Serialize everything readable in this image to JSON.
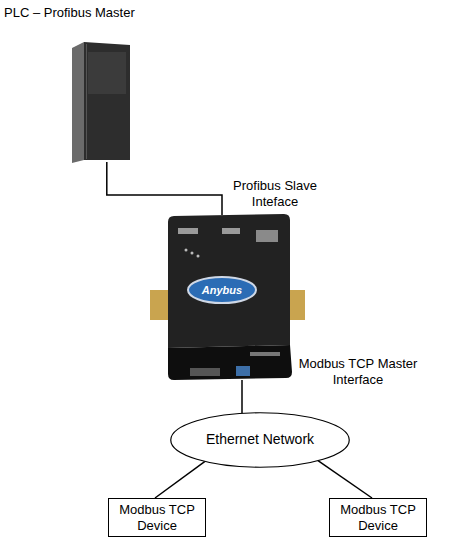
{
  "diagram": {
    "nodes": [
      {
        "text": [
          "PLC – Profibus Master"
        ]
      },
      {
        "text": [
          "Profibus Slave Inteface",
          "Modbus TCP Master Interface"
        ]
      },
      {
        "text": [
          "Ethernet Network"
        ]
      },
      {
        "text": [
          "Modbus TCP Device"
        ]
      },
      {
        "text": [
          "Modbus TCP Device"
        ]
      }
    ],
    "edges": [
      {
        "from": 0,
        "to": 1,
        "arrow": "none"
      },
      {
        "from": 1,
        "to": 2,
        "arrow": "none"
      },
      {
        "from": 2,
        "to": 3,
        "arrow": "none"
      },
      {
        "from": 2,
        "to": 4,
        "arrow": "none"
      }
    ],
    "labels": [
      "Anybus"
    ]
  }
}
